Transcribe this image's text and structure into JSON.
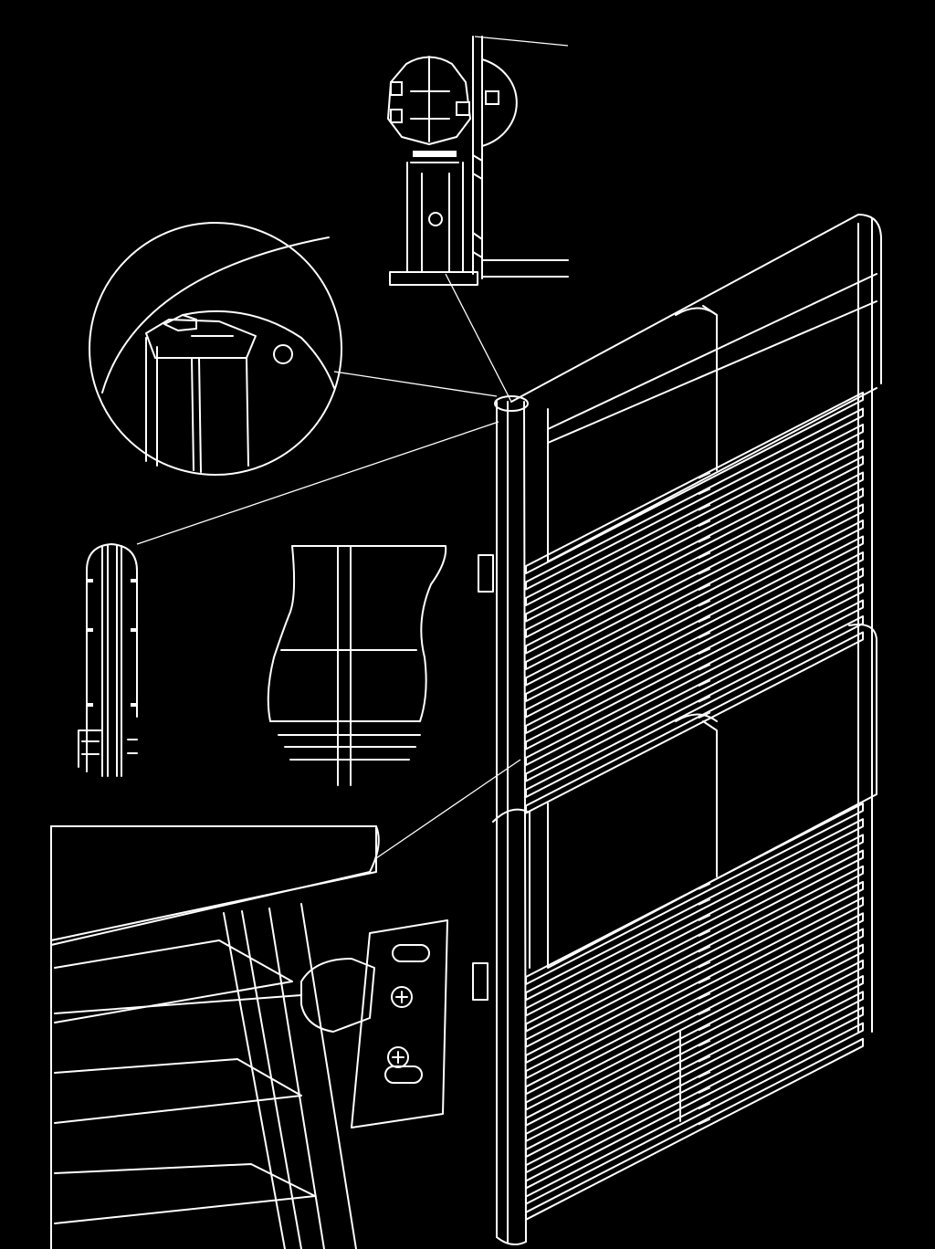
{
  "figure": {
    "background_color": "#000000",
    "line_color": "#ffffff",
    "views": [
      {
        "id": "top-section-detail",
        "icon": "cross-section"
      },
      {
        "id": "circular-detail",
        "icon": "magnifier-circle"
      },
      {
        "id": "front-post-elevation",
        "icon": "elevation"
      },
      {
        "id": "bracket-closeup",
        "icon": "mounting-bracket"
      },
      {
        "id": "main-assembly",
        "icon": "shutter-assembly"
      }
    ]
  },
  "main_assembly": {
    "louver_rows": 20
  }
}
